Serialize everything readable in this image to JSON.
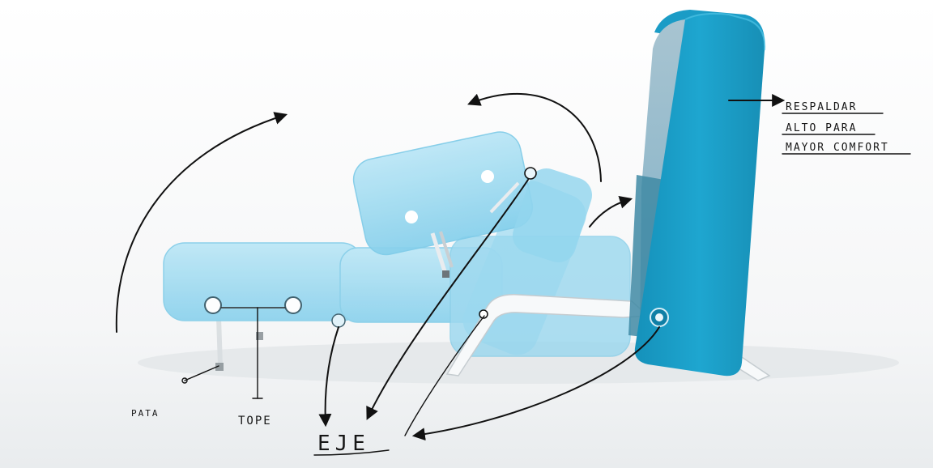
{
  "annotations": {
    "respaldar": [
      "RESPALDAR",
      "ALTO PARA",
      "MAYOR COMFORT"
    ],
    "pata": "PATA",
    "tope": "TOPE",
    "eje": "EJE"
  },
  "colors": {
    "cushion_light": "#8fd6ef",
    "cushion_edge": "#5fbfe3",
    "backrest": "#1aa0c9",
    "backrest_dark": "#0f7fa6",
    "backrest_fabric": "#8fb6c7",
    "metal": "#f4f6f8",
    "ink": "#111111",
    "background": "#f7f8f9"
  }
}
